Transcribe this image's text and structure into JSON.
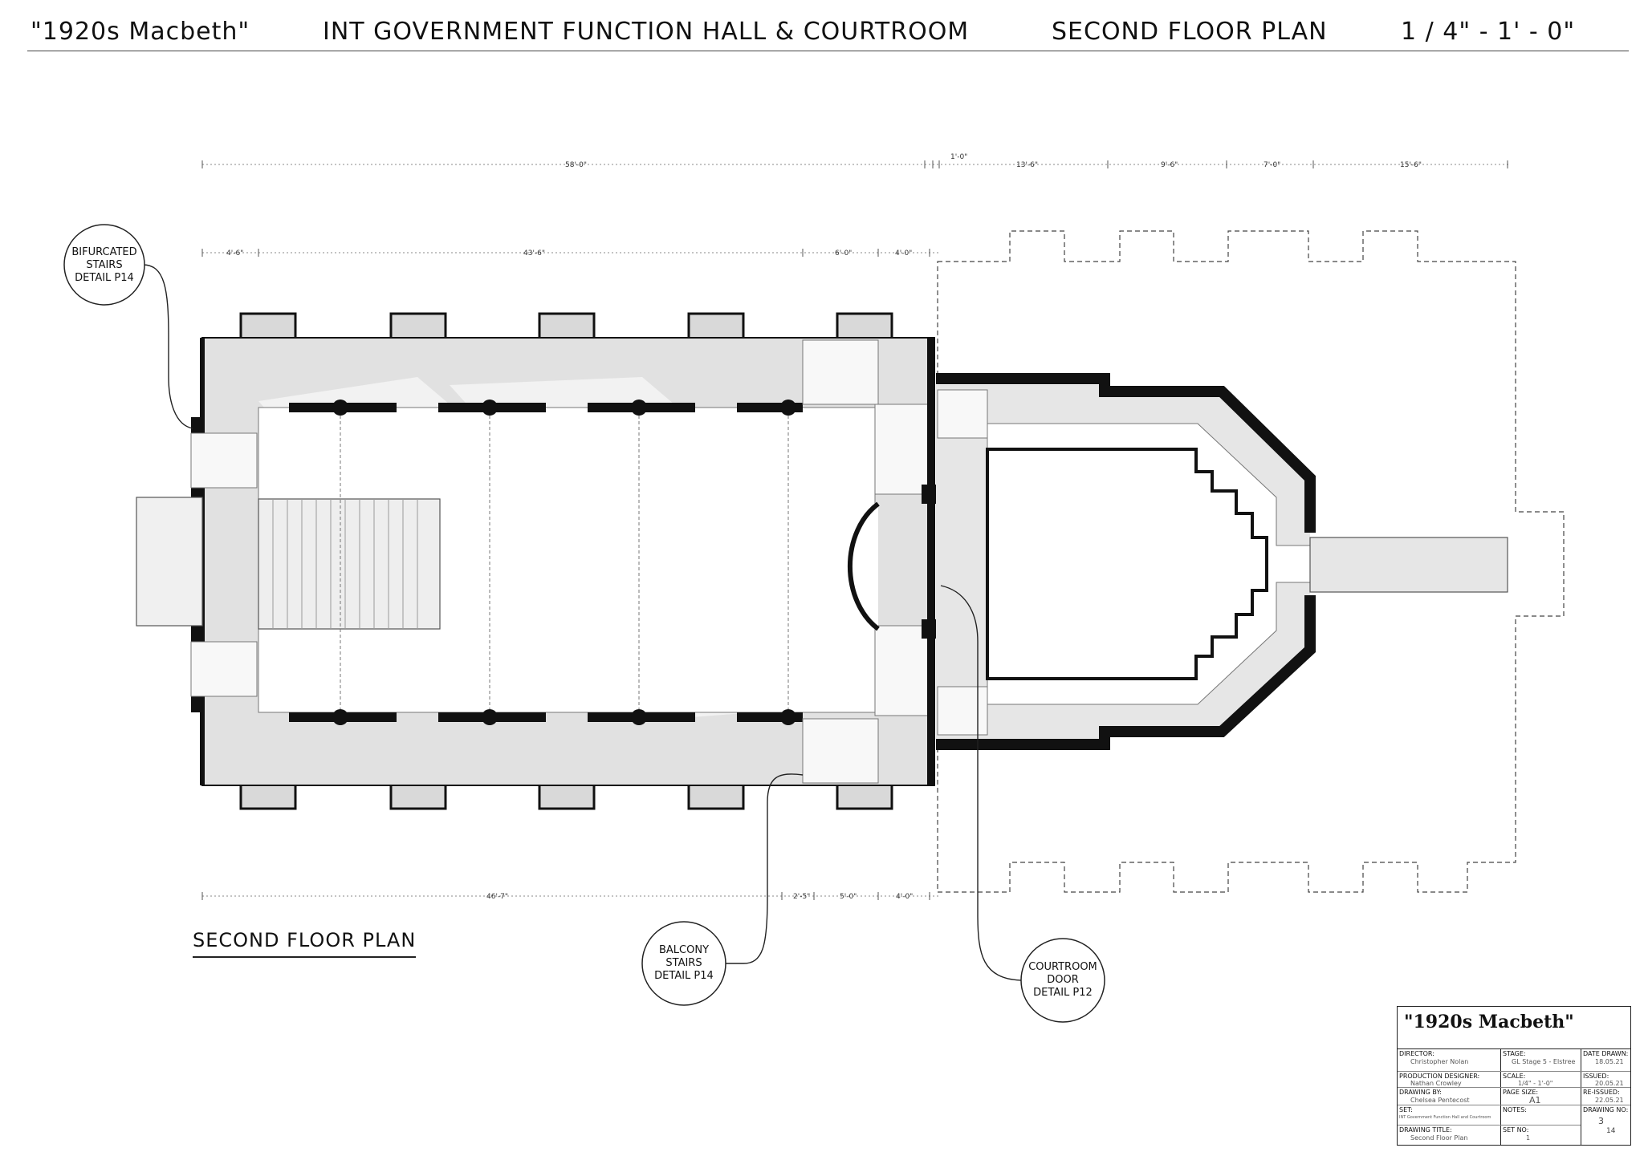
{
  "header": {
    "production": "\"1920s Macbeth\"",
    "set_name": "INT Government Function Hall & Courtroom",
    "plan": "Second Floor Plan",
    "scale": "1 / 4\" - 1' - 0\""
  },
  "plan_label": "Second Floor Plan",
  "dimensions": {
    "top_overall": "58'-0\"",
    "top_small": "1'-0\"",
    "top_r1": "13'-6\"",
    "top_r2": "9'-6\"",
    "top_r3": "7'-0\"",
    "top_r4": "15'-6\"",
    "mid_1": "4'-6\"",
    "mid_2": "43'-6\"",
    "mid_3": "6'-0\"",
    "mid_4": "4'-0\"",
    "bot_1": "46'-7\"",
    "bot_2": "2'-5\"",
    "bot_3": "5'-0\"",
    "bot_4": "4'-0\""
  },
  "callouts": {
    "bifurcated": [
      "BIFURCATED",
      "STAIRS",
      "DETAIL P14"
    ],
    "balcony": [
      "BALCONY",
      "STAIRS",
      "DETAIL P14"
    ],
    "courtroom": [
      "COURTROOM",
      "DOOR",
      "DETAIL P12"
    ]
  },
  "title_block": {
    "title": "\"1920s Macbeth\"",
    "director_label": "DIRECTOR:",
    "director": "Christopher Nolan",
    "stage_label": "STAGE:",
    "stage": "GL Stage 5 - Elstree",
    "date_drawn_label": "DATE DRAWN:",
    "date_drawn": "18.05.21",
    "designer_label": "PRODUCTION DESIGNER:",
    "designer": "Nathan Crowley",
    "scale_label": "SCALE:",
    "scale": "1/4\" - 1'-0\"",
    "issued_label": "ISSUED:",
    "issued": "20.05.21",
    "drawn_by_label": "DRAWING BY:",
    "drawn_by": "Chelsea Pentecost",
    "page_size_label": "PAGE SIZE:",
    "page_size": "A1",
    "reissued_label": "RE-ISSUED:",
    "reissued": "22.05.21",
    "set_label": "SET:",
    "set": "INT Government Function Hall and Courtroom",
    "notes_label": "NOTES:",
    "drawing_no_label": "DRAWING NO:",
    "drawing_no_top": "3",
    "drawing_no_bottom": "14",
    "drawing_title_label": "DRAWING TITLE:",
    "drawing_title": "Second Floor Plan",
    "set_no_label": "SET NO:",
    "set_no": "1"
  }
}
